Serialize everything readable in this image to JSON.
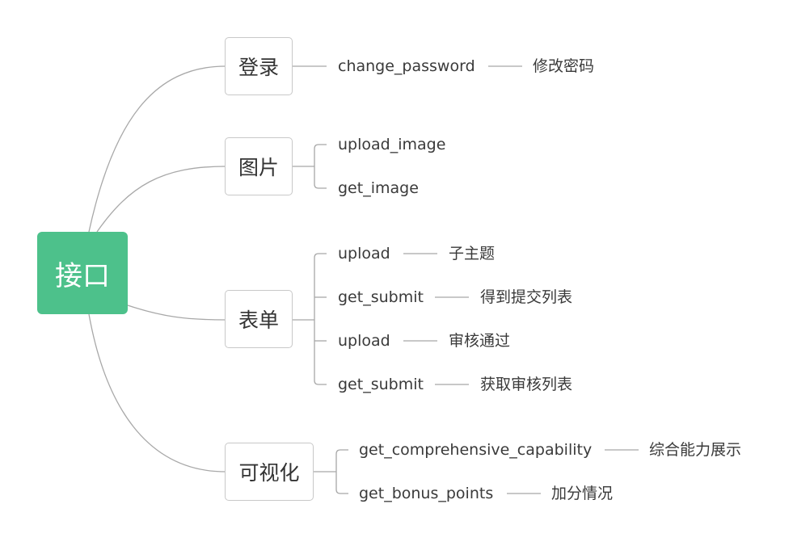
{
  "root": {
    "label": "接口"
  },
  "categories": [
    {
      "label": "登录",
      "items": [
        {
          "label": "change_password",
          "note": "修改密码"
        }
      ]
    },
    {
      "label": "图片",
      "items": [
        {
          "label": "upload_image"
        },
        {
          "label": "get_image"
        }
      ]
    },
    {
      "label": "表单",
      "items": [
        {
          "label": "upload",
          "note": "子主题"
        },
        {
          "label": "get_submit",
          "note": "得到提交列表"
        },
        {
          "label": "upload",
          "note": "审核通过"
        },
        {
          "label": "get_submit",
          "note": "获取审核列表"
        }
      ]
    },
    {
      "label": "可视化",
      "items": [
        {
          "label": "get_comprehensive_capability",
          "note": "综合能力展示"
        },
        {
          "label": "get_bonus_points",
          "note": "加分情况"
        }
      ]
    }
  ],
  "colors": {
    "root": "#4dc18b",
    "line": "#a8a8a8",
    "border": "#c8c8c8"
  }
}
